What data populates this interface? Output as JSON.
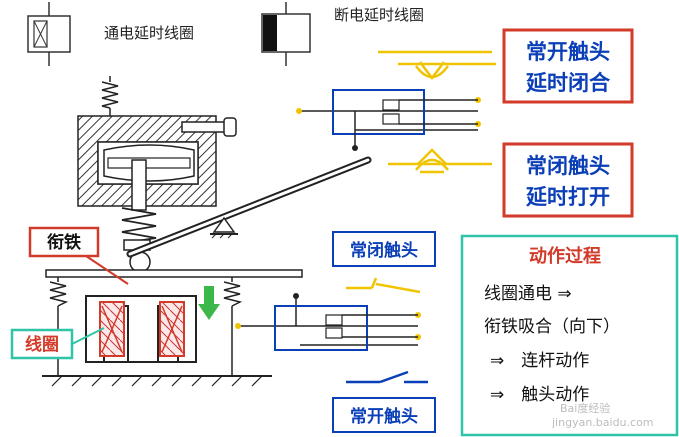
{
  "legend": {
    "on_delay_coil": "通电延时线圈",
    "off_delay_coil": "断电延时线圈"
  },
  "contacts": {
    "no_delayed_close_line1": "常开触头",
    "no_delayed_close_line2": "延时闭合",
    "nc_delayed_open_line1": "常闭触头",
    "nc_delayed_open_line2": "延时打开",
    "nc_instant": "常闭触头",
    "no_instant": "常开触头"
  },
  "parts": {
    "armature": "衔铁",
    "coil": "线圈"
  },
  "process": {
    "title": "动作过程",
    "steps": [
      "线圈通电 ⇒",
      "衔铁吸合（向下）",
      "⇒　连杆动作",
      "⇒　触头动作"
    ]
  },
  "watermark": {
    "line1": "Bai度经验",
    "line2": "jingyan.baidu.com"
  },
  "colors": {
    "contact_blue": "#0b3fb7",
    "frame_red": "#d23a2a",
    "box_green": "#2fc4a8",
    "symbol_yellow": "#f0c400",
    "arrow_green": "#3cb84a"
  }
}
